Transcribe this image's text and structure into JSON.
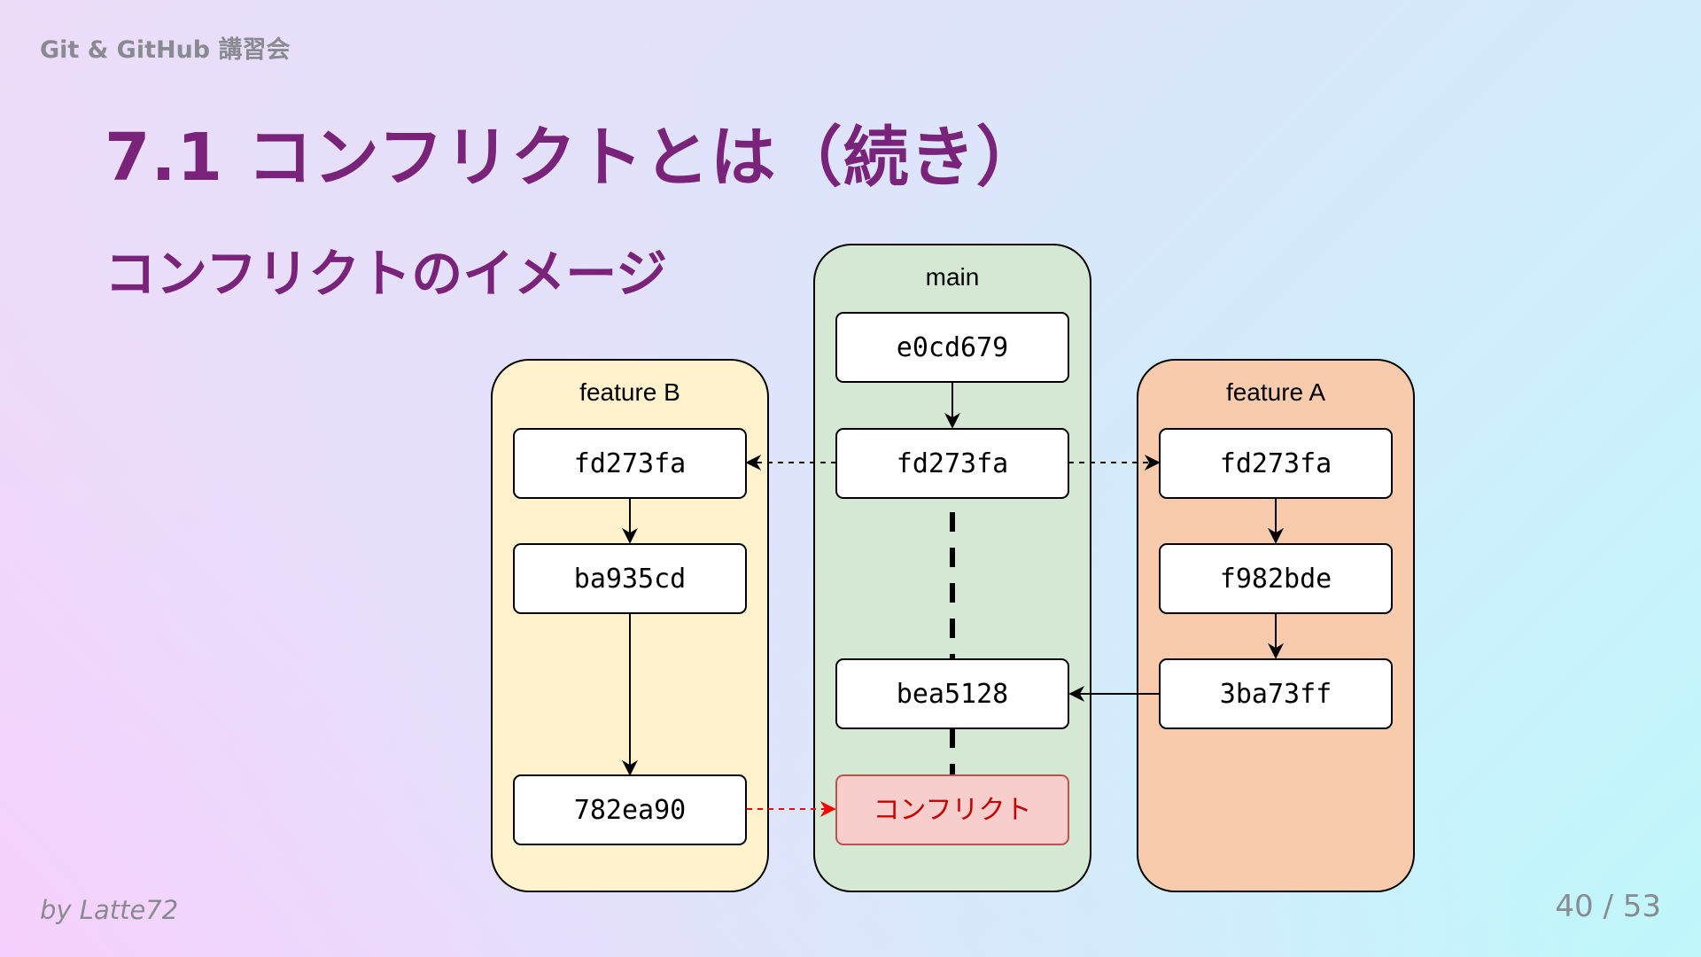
{
  "header": {
    "text": "Git & GitHub 講習会"
  },
  "slide": {
    "title": "7.1 コンフリクトとは（続き）",
    "subtitle": "コンフリクトのイメージ"
  },
  "diagram": {
    "lanes": {
      "feature_b": {
        "label": "feature B",
        "commits": [
          "fd273fa",
          "ba935cd",
          "782ea90"
        ]
      },
      "main": {
        "label": "main",
        "commits": [
          "e0cd679",
          "fd273fa",
          "bea5128"
        ],
        "conflict_label": "コンフリクト"
      },
      "feature_a": {
        "label": "feature A",
        "commits": [
          "fd273fa",
          "f982bde",
          "3ba73ff"
        ]
      }
    },
    "colors": {
      "feature_b_fill": "#fff2cc",
      "main_fill": "#d5e8d4",
      "feature_a_fill": "#f8cbad",
      "conflict_fill": "#f8cecc",
      "conflict_stroke": "#b85450",
      "conflict_arrow": "#ff0000"
    }
  },
  "footer": {
    "author": "by Latte72",
    "page": "40 / 53"
  }
}
